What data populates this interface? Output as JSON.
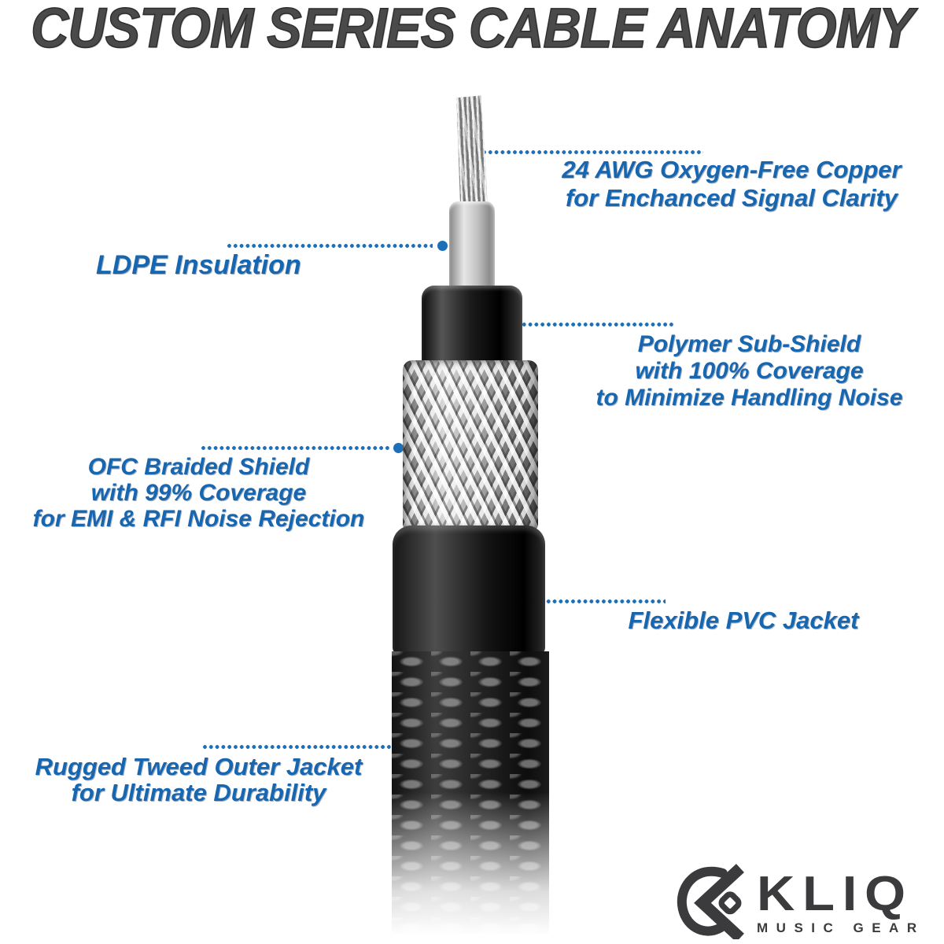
{
  "title": "CUSTOM SERIES CABLE ANATOMY",
  "colors": {
    "label_blue": "#1766b0",
    "dot_blue": "#1d6fb8",
    "title_gray": "#4a4a4a",
    "logo_gray": "#3b3b3d"
  },
  "callouts": [
    {
      "id": "copper",
      "side": "right",
      "lines": [
        "24 AWG Oxygen-Free Copper",
        "for Enchanced Signal Clarity"
      ]
    },
    {
      "id": "insulation",
      "side": "left",
      "lines": [
        "LDPE Insulation"
      ]
    },
    {
      "id": "subshield",
      "side": "right",
      "lines": [
        "Polymer Sub-Shield",
        "with 100% Coverage",
        "to Minimize Handling Noise"
      ]
    },
    {
      "id": "braid",
      "side": "left",
      "lines": [
        "OFC Braided Shield",
        "with 99% Coverage",
        "for EMI & RFI Noise Rejection"
      ]
    },
    {
      "id": "jacket",
      "side": "right",
      "lines": [
        "Flexible PVC Jacket"
      ]
    },
    {
      "id": "tweed",
      "side": "left",
      "lines": [
        "Rugged Tweed Outer Jacket",
        "for Ultimate Durability"
      ]
    }
  ],
  "cable_layers": [
    "stranded-copper-conductor",
    "ldpe-insulation",
    "polymer-sub-shield",
    "ofc-braided-shield",
    "flexible-pvc-jacket",
    "tweed-outer-jacket"
  ],
  "logo": {
    "brand": "KLIQ",
    "tagline": "MUSIC GEAR"
  }
}
